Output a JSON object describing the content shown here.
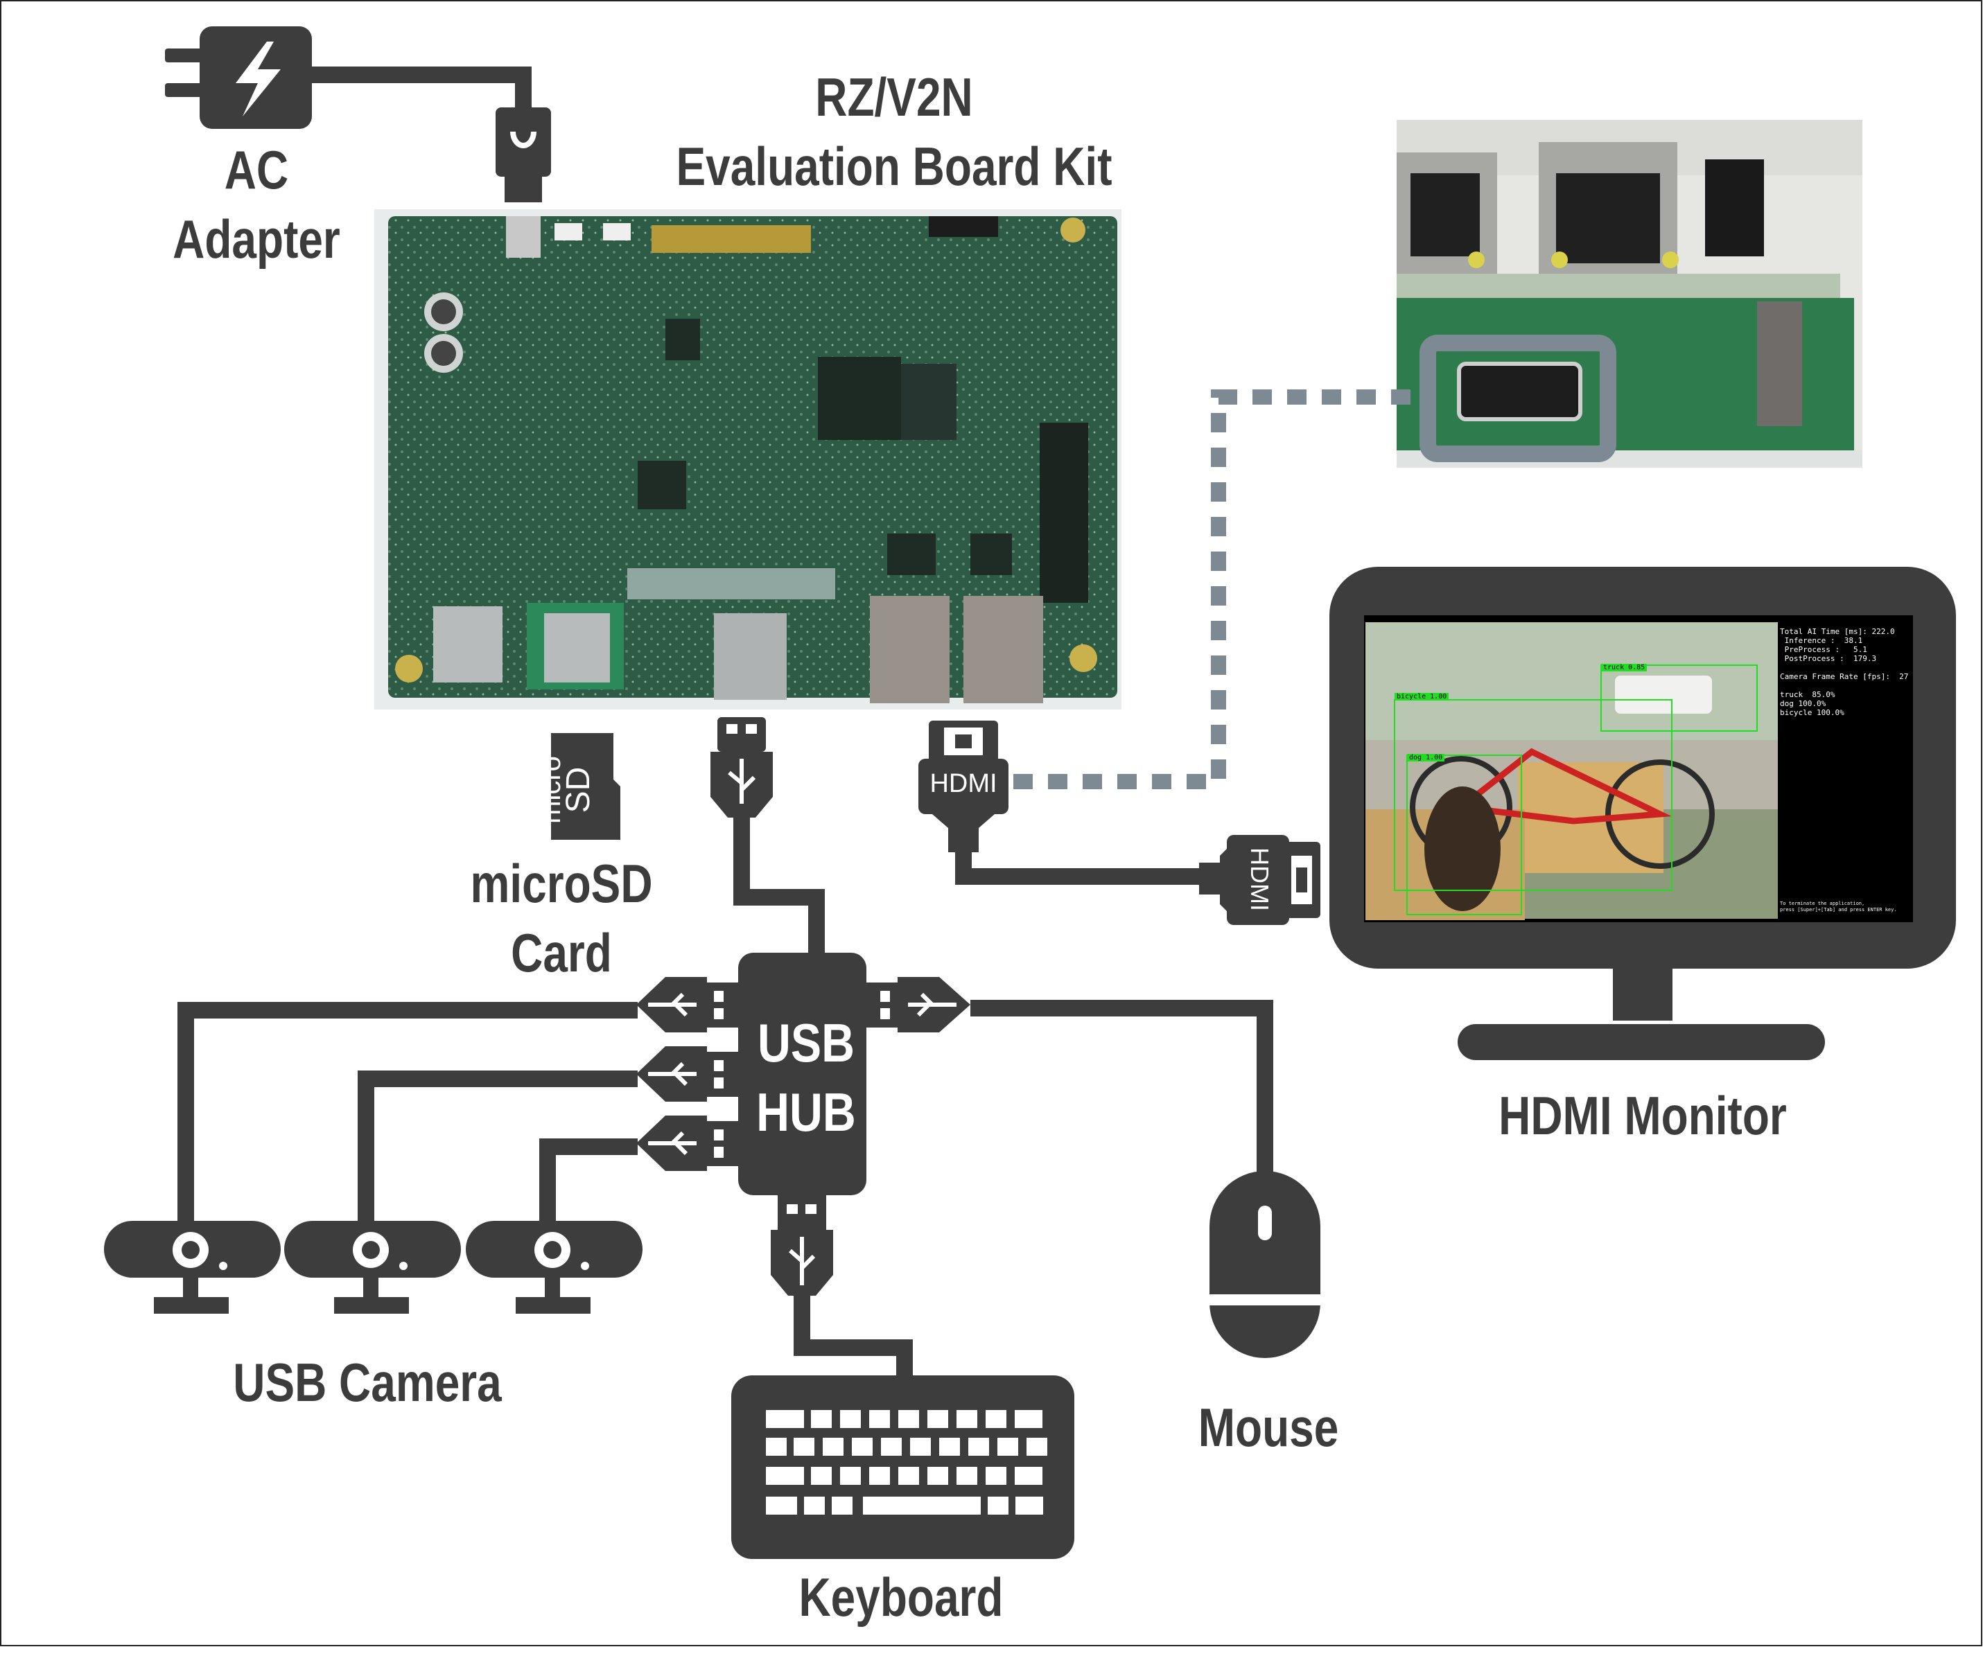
{
  "board": {
    "title_line1": "RZ/V2N",
    "title_line2": "Evaluation Board Kit"
  },
  "ac_adapter": {
    "line1": "AC",
    "line2": "Adapter"
  },
  "microsd": {
    "line1": "microSD",
    "line2": "Card",
    "icon_text_1": "micro",
    "icon_text_2": "SD"
  },
  "usb_hub": {
    "line1": "USB",
    "line2": "HUB"
  },
  "monitor": {
    "label": "HDMI Monitor"
  },
  "camera": {
    "label": "USB Camera"
  },
  "mouse": {
    "label": "Mouse"
  },
  "keyboard": {
    "label": "Keyboard"
  },
  "hdmi_connector": {
    "text": "HDMI"
  },
  "screen_overlay": {
    "stats": "Total AI Time [ms]: 222.0\n Inference :  38.1\n PreProcess :   5.1\n PostProcess :  179.3\n\nCamera Frame Rate [fps]:  27\n\ntruck  85.0%\ndog 100.0%\nbicycle 100.0%",
    "footer": "To terminate the application,\npress [Super]+[Tab] and press ENTER key.",
    "tag_truck": "truck 0.85",
    "tag_bicycle": "bicycle 1.00",
    "tag_dog": "dog 1.00"
  },
  "colors": {
    "icon": "#3d3d3d",
    "dotted_cable": "#7d8a94",
    "pcb": "#2f5a43",
    "background": "#ffffff"
  }
}
